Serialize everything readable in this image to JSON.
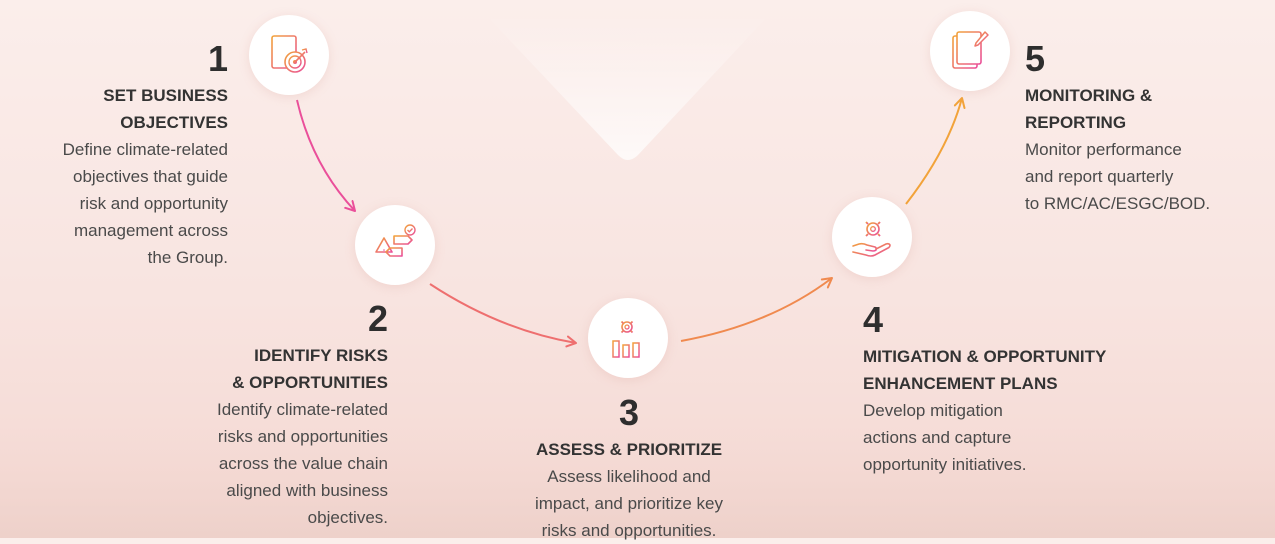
{
  "colors": {
    "pink": "#ea4f9a",
    "coral": "#ee6f6f",
    "orange": "#f08a4f",
    "amber": "#f2a33a"
  },
  "steps": [
    {
      "number": "1",
      "title": "SET BUSINESS\nOBJECTIVES",
      "description": "Define climate-related\nobjectives that guide\nrisk and opportunity\nmanagement across\nthe Group.",
      "icon": "target-document-icon"
    },
    {
      "number": "2",
      "title": "IDENTIFY RISKS\n& OPPORTUNITIES",
      "description": "Identify climate-related\nrisks and opportunities\nacross the value chain\naligned with business\nobjectives.",
      "icon": "warning-signpost-icon"
    },
    {
      "number": "3",
      "title": "ASSESS & PRIORITIZE",
      "description": "Assess likelihood and\nimpact, and prioritize key\nrisks and opportunities.",
      "icon": "gear-bar-chart-icon"
    },
    {
      "number": "4",
      "title": "MITIGATION & OPPORTUNITY\nENHANCEMENT PLANS",
      "description": "Develop mitigation\nactions and capture\nopportunity initiatives.",
      "icon": "gear-hand-icon"
    },
    {
      "number": "5",
      "title": "MONITORING &\nREPORTING",
      "description": "Monitor performance\nand report quarterly\nto RMC/AC/ESGC/BOD.",
      "icon": "report-pen-icon"
    }
  ]
}
